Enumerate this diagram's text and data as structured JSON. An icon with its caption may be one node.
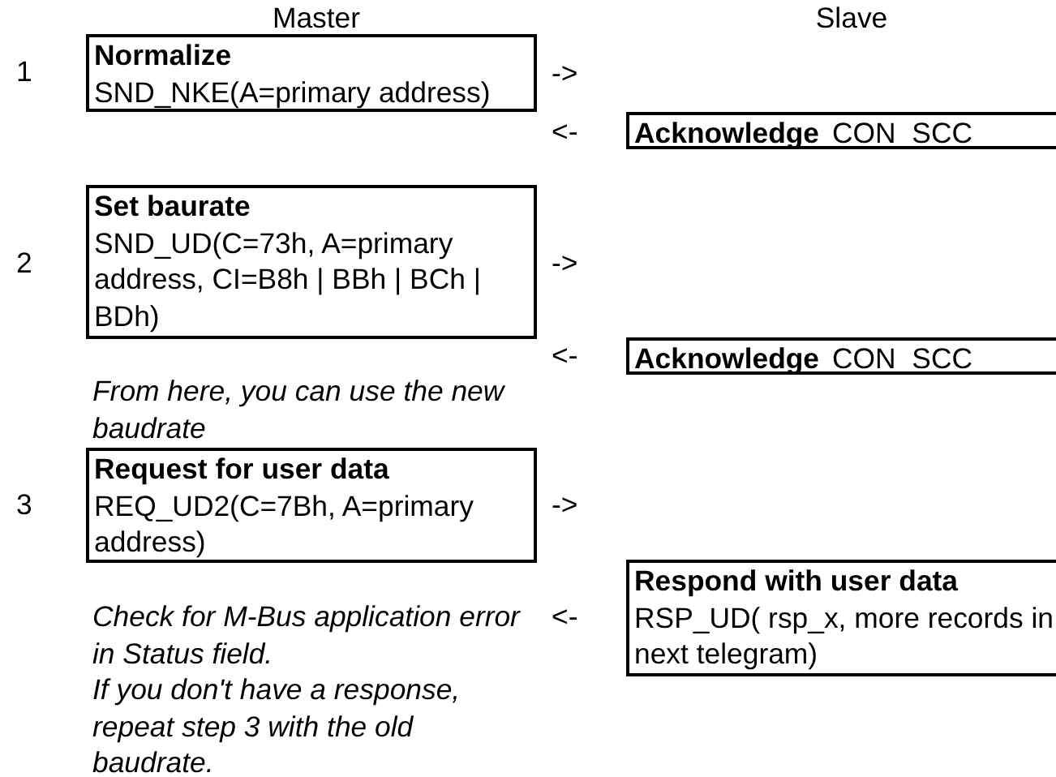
{
  "diagram": {
    "nodes": [
      {
        "text": [
          "Normalize",
          "SND_NKE(A=primary address)"
        ]
      },
      {
        "text": [
          "Acknowledge",
          "CON_SCC"
        ]
      },
      {
        "text": [
          "Set baurate",
          "SND_UD(C=73h, A=primary address, CI=B8h | BBh | BCh | BDh)"
        ]
      },
      {
        "text": [
          "Acknowledge",
          "CON_SCC"
        ]
      },
      {
        "text": [
          "Request for user data",
          "REQ_UD2(C=7Bh, A=primary address)"
        ]
      },
      {
        "text": [
          "Respond with user data",
          "RSP_UD( rsp_x, more records in next telegram)"
        ]
      }
    ],
    "labels": [
      "Master",
      "Slave",
      "1",
      "->",
      "<-",
      "2",
      "->",
      "<-",
      "From here, you can use the new baudrate",
      "3",
      "->",
      "Check for M-Bus application error in Status field.",
      "<-",
      "If you don't have a response, repeat step 3 with the old baudrate."
    ]
  }
}
